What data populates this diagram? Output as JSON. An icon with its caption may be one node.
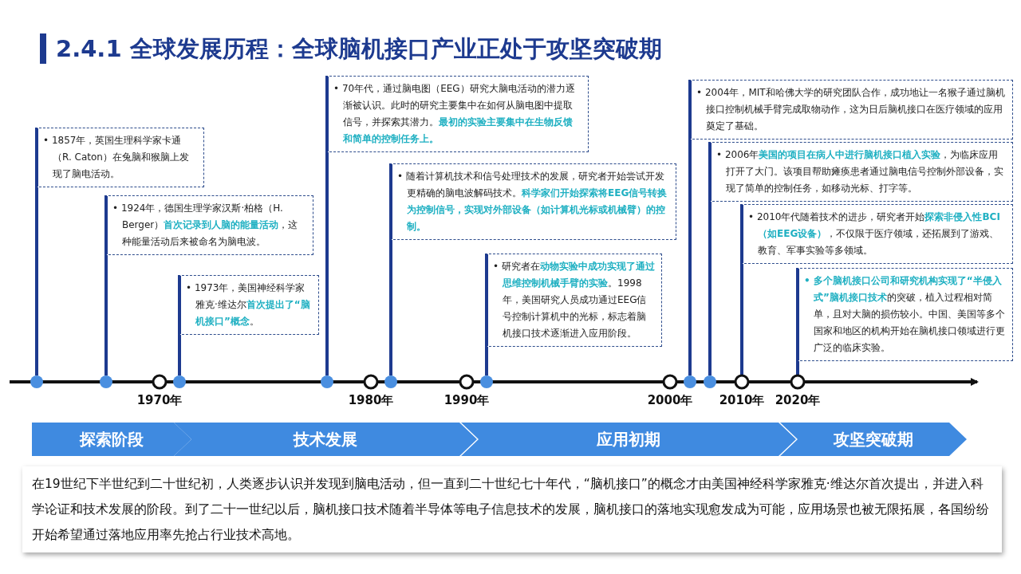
{
  "diagram": {
    "title": "2.4.1 全球发展历程：全球脑机接口产业正处于攻坚突破期",
    "nodes": [
      {
        "text": [
          "• 1857年，英国生理科学家卡通（R. Caton）在兔脑和猴脑上发现了脑电活动。"
        ]
      },
      {
        "text": [
          "• 1924年，德国生理学家汉斯·柏格（H. Berger）**首次记录到人脑的能量活动**，这种能量活动后来被命名为脑电波。"
        ]
      },
      {
        "text": [
          "• 1973年，美国神经科学家雅克·维达尔**首次提出了“脑机接口”概念**。"
        ]
      },
      {
        "text": [
          "• 70年代，通过脑电图（EEG）研究大脑电活动的潜力逐渐被认识。此时的研究主要集中在如何从脑电图中提取信号，并探索其潜力。**最初的实验主要集中在生物反馈和简单的控制任务上。**"
        ]
      },
      {
        "text": [
          "• 随着计算机技术和信号处理技术的发展，研究者开始尝试开发更精确的脑电波解码技术。**科学家们开始探索将EEG信号转换为控制信号，实现对外部设备（如计算机光标或机械臂）的控制。**"
        ]
      },
      {
        "text": [
          "• 研究者在**动物实验中成功实现了通过思维控制机械手臂的实验**。1998年，美国研究人员成功通过EEG信号控制计算机中的光标，标志着脑机接口技术逐渐进入应用阶段。"
        ]
      },
      {
        "text": [
          "• 2004年，MIT和哈佛大学的研究团队合作，成功地让一名猴子通过脑机接口控制机械手臂完成取物动作，这为日后脑机接口在医疗领域的应用奠定了基础。"
        ]
      },
      {
        "text": [
          "• 2006年**美国的项目在病人中进行脑机接口植入实验**，为临床应用打开了大门。该项目帮助瘫痪患者通过脑电信号控制外部设备，实现了简单的控制任务，如移动光标、打字等。"
        ]
      },
      {
        "text": [
          "• 2010年代随着技术的进步，研究者开始**探索非侵入性BCI（如EEG设备）**，不仅限于医疗领域，还拓展到了游戏、教育、军事实验等多领域。"
        ]
      },
      {
        "text": [
          "**• 多个脑机接口公司和研究机构实现了“半侵入式”脑机接口技术**的突破，植入过程相对简单，且对大脑的损伤较小。中国、美国等多个国家和地区的机构开始在脑机接口领域进行更广泛的临床实验。"
        ]
      },
      {
        "text": [],
        "shape": "circle"
      },
      {
        "text": [],
        "shape": "circle"
      },
      {
        "text": [],
        "shape": "circle"
      },
      {
        "text": [],
        "shape": "circle"
      },
      {
        "text": [],
        "shape": "circle"
      },
      {
        "text": [],
        "shape": "circle"
      },
      {
        "text": [],
        "shape": "circle"
      },
      {
        "text": [],
        "shape": "circle"
      },
      {
        "text": [],
        "shape": "circle"
      },
      {
        "text": [],
        "shape": "circle"
      },
      {
        "text": [],
        "shape": "circle"
      },
      {
        "text": [],
        "shape": "circle"
      },
      {
        "text": [],
        "shape": "circle"
      },
      {
        "text": [],
        "shape": "circle"
      },
      {
        "text": [
          "探索阶段"
        ]
      },
      {
        "text": [
          "技术发展"
        ]
      },
      {
        "text": [
          "应用初期"
        ]
      },
      {
        "text": [
          "攻坚突破期"
        ]
      },
      {
        "text": [
          "在19世纪下半世纪到二十世纪初，人类逐步认识并发现到脑电活动，但一直到二十世纪七十年代，“脑机接口”的概念才由美国神经科学家雅克·维达尔首次提出，并进入科学论证和技术发展的阶段。到了二十一世纪以后，脑机接口技术随着半导体等电子信息技术的发展，脑机接口的落地实现愈发成为可能，应用场景也被无限拓展，各国纷纷开始希望通过落地应用率先抢占行业技术高地。"
        ]
      }
    ],
    "edges": [
      {
        "from": 10,
        "to": 0,
        "arrow": "none"
      },
      {
        "from": 11,
        "to": 1,
        "arrow": "none"
      },
      {
        "from": 13,
        "to": 2,
        "arrow": "none"
      },
      {
        "from": 14,
        "to": 3,
        "arrow": "none"
      },
      {
        "from": 16,
        "to": 4,
        "arrow": "none"
      },
      {
        "from": 18,
        "to": 5,
        "arrow": "none"
      },
      {
        "from": 20,
        "to": 6,
        "arrow": "none"
      },
      {
        "from": 21,
        "to": 7,
        "arrow": "none"
      },
      {
        "from": 22,
        "to": 8,
        "arrow": "none"
      },
      {
        "from": 23,
        "to": 9,
        "arrow": "none"
      }
    ],
    "labels": [
      "1970年",
      "1980年",
      "1990年",
      "2000年",
      "2010年",
      "2020年"
    ]
  }
}
